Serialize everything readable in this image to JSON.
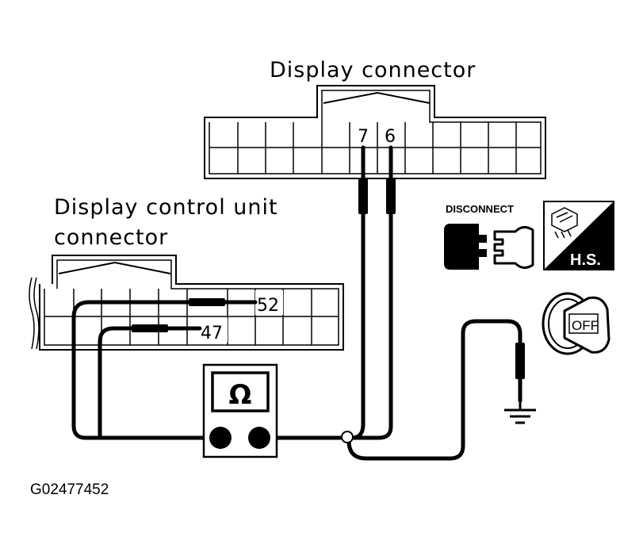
{
  "display_connector": {
    "title": "Display connector",
    "pin_a": "7",
    "pin_b": "6"
  },
  "control_unit_connector": {
    "title_line1": "Display control unit",
    "title_line2": "connector",
    "pin_a": "52",
    "pin_b": "47"
  },
  "meter": {
    "symbol": "Ω"
  },
  "icons": {
    "disconnect_label": "DISCONNECT",
    "hs_label": "H.S.",
    "ignition_label": "OFF"
  },
  "figure_code": "G02477452"
}
